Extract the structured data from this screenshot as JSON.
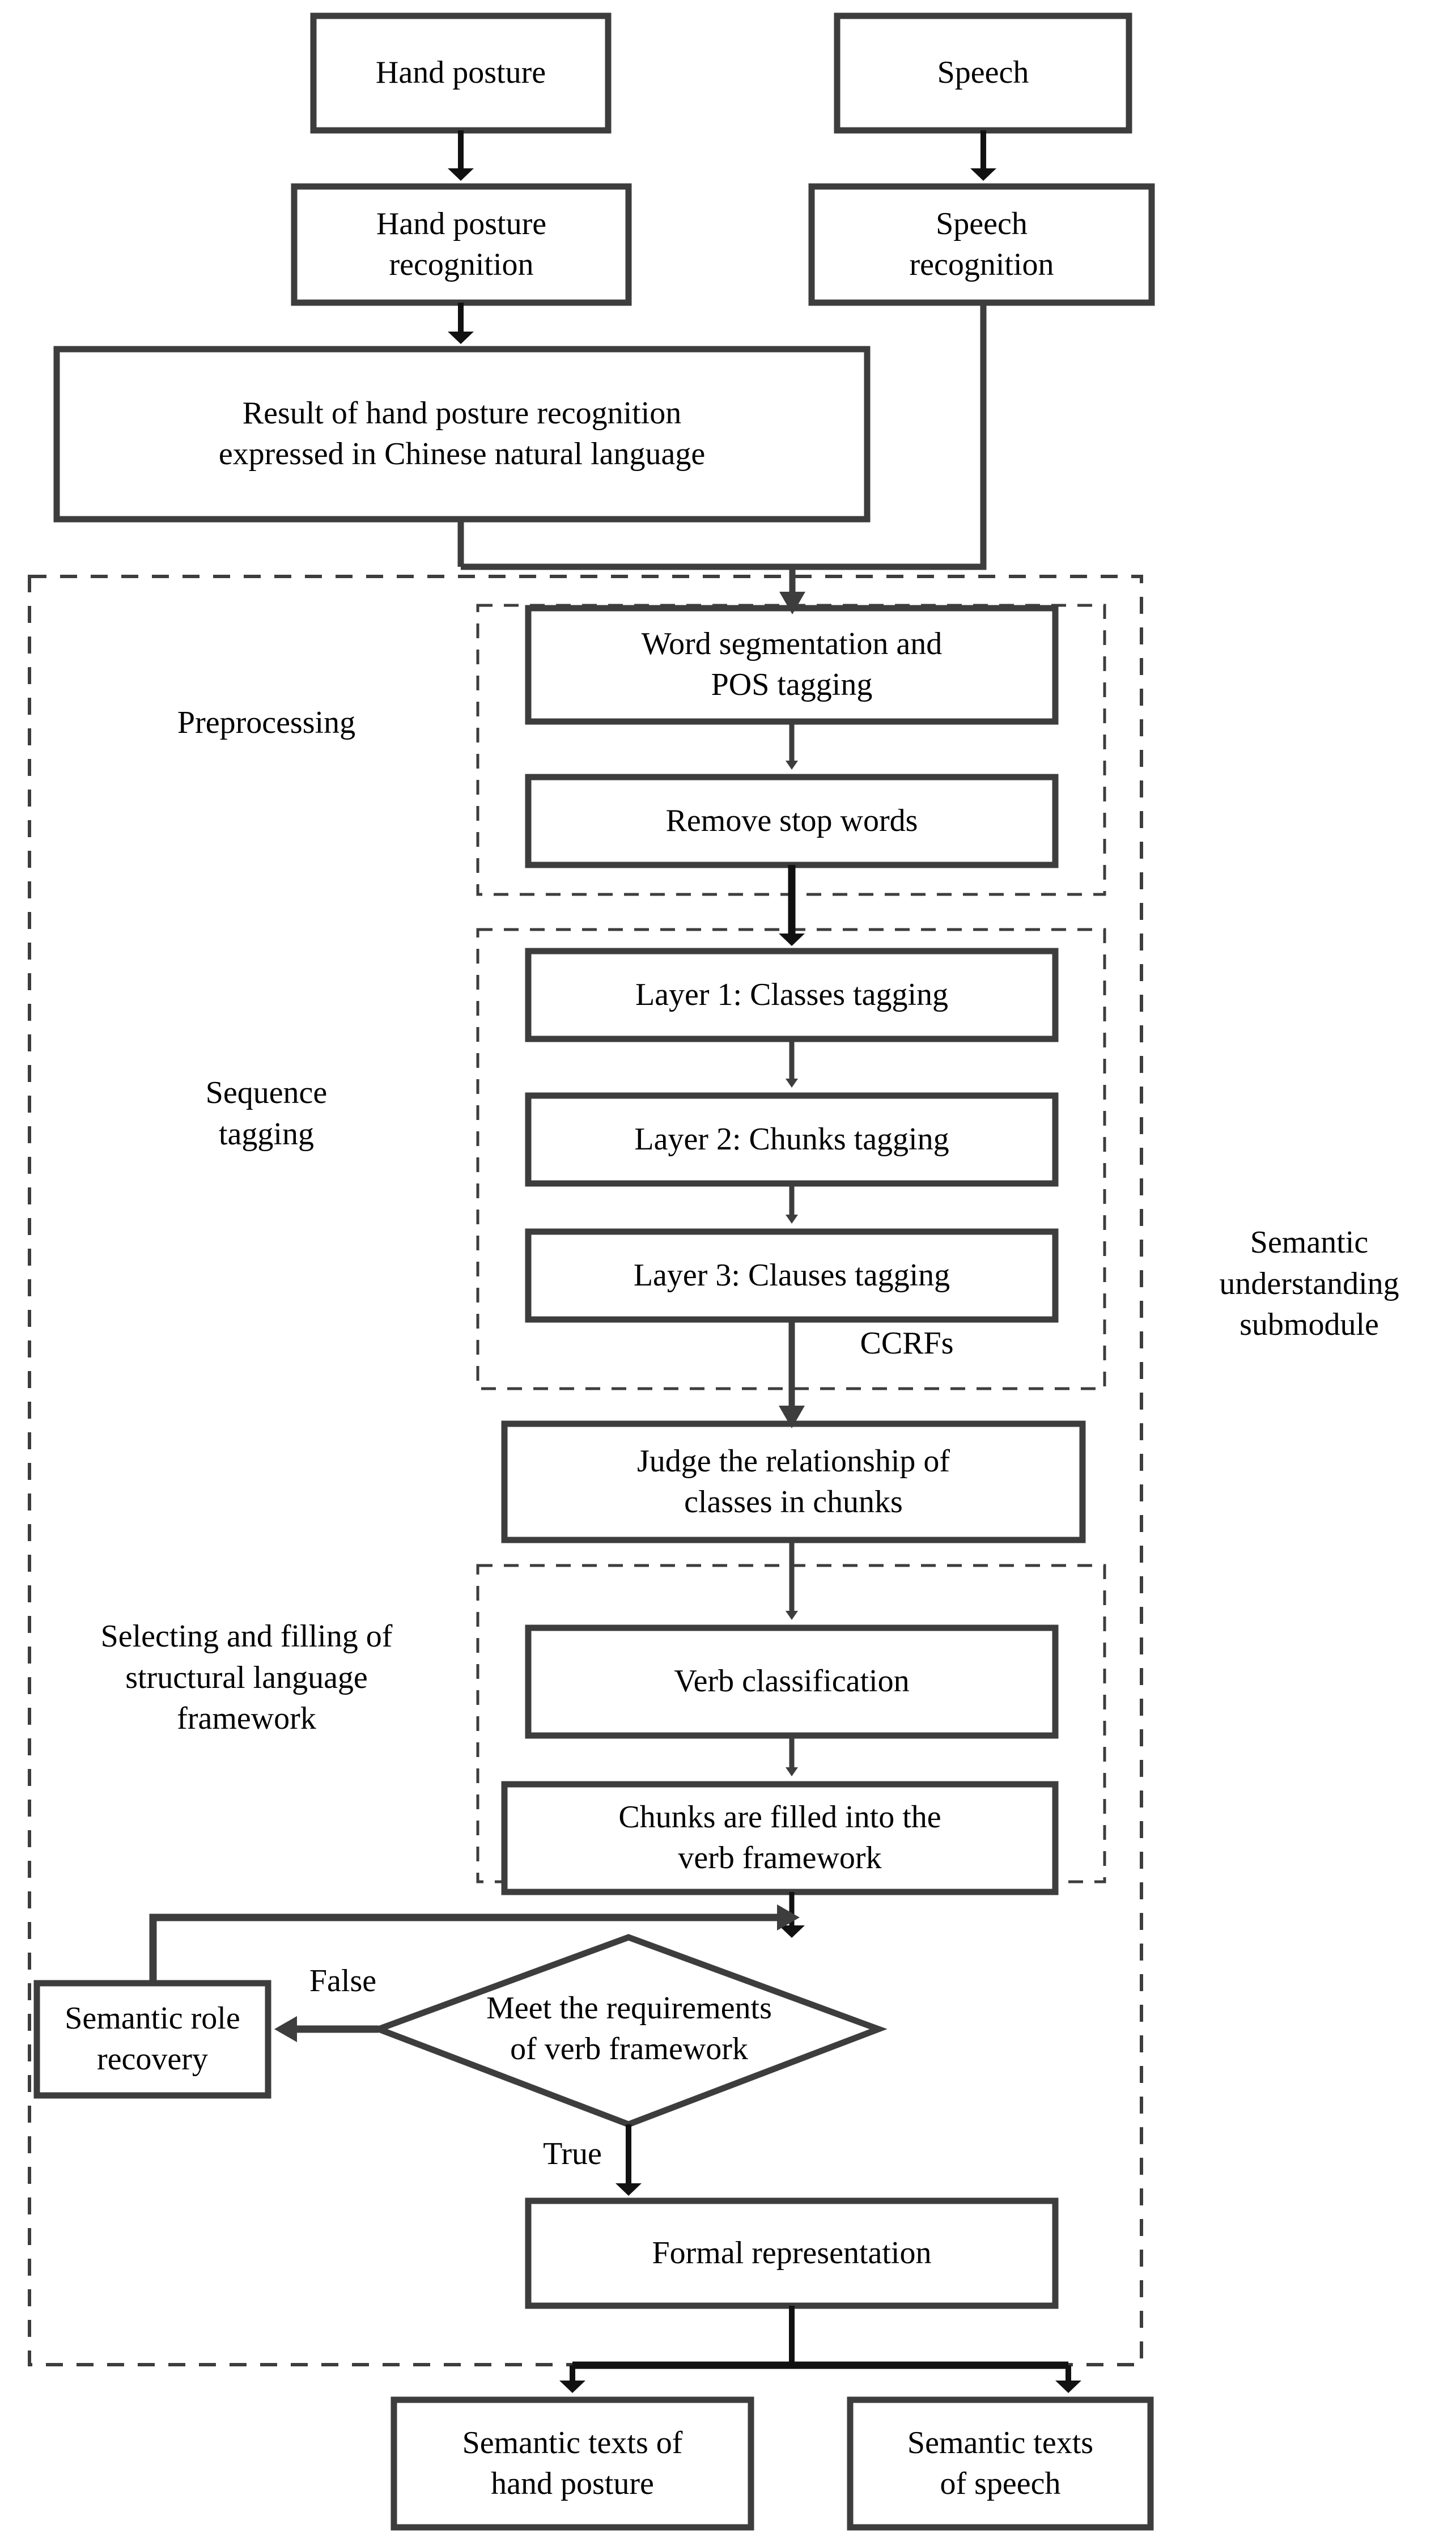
{
  "diagram": {
    "title": "Semantic understanding submodule flowchart",
    "stroke_color": "#3d3d3d",
    "text_color": "#000000",
    "background": "#ffffff"
  },
  "nodes": {
    "hand_posture": "Hand posture",
    "speech": "Speech",
    "hand_posture_recognition": "Hand posture\nrecognition",
    "speech_recognition": "Speech\nrecognition",
    "result_of_hand_posture": "Result of hand posture recognition\nexpressed in Chinese natural language",
    "word_segmentation": "Word segmentation and\nPOS tagging",
    "remove_stop_words": "Remove stop words",
    "layer1": "Layer 1: Classes tagging",
    "layer2": "Layer 2: Chunks tagging",
    "layer3": "Layer 3: Clauses tagging",
    "judge_relationship": "Judge the relationship of\nclasses in chunks",
    "verb_classification": "Verb classification",
    "chunks_filled": "Chunks are filled into the\nverb framework",
    "decision": "Meet the requirements\nof verb framework",
    "semantic_role_recovery": "Semantic role\nrecovery",
    "formal_representation": "Formal representation",
    "semantic_texts_hand": "Semantic texts of\nhand posture",
    "semantic_texts_speech": "Semantic texts\nof speech"
  },
  "group_labels": {
    "preprocessing": "Preprocessing",
    "sequence_tagging": "Sequence\ntagging",
    "ccrfs": "CCRFs",
    "selecting_filling": "Selecting and filling of\nstructural language\nframework",
    "semantic_understanding": "Semantic\nunderstanding\nsubmodule"
  },
  "edge_labels": {
    "false": "False",
    "true": "True"
  }
}
